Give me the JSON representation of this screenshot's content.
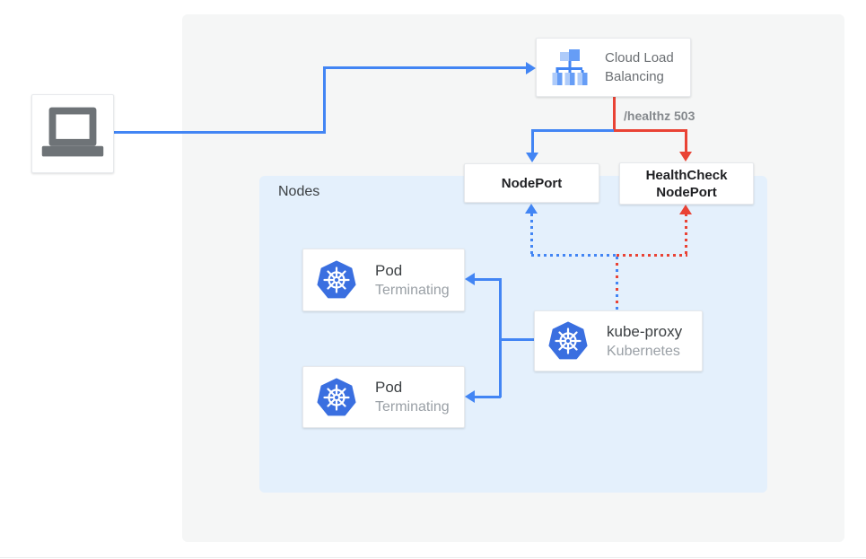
{
  "colors": {
    "blue_line": "#4285f4",
    "red_line": "#e94335",
    "kubernetes_blue": "#3a6fe0",
    "panel_bg": "#f5f6f6",
    "nodes_bg": "#e4f0fc",
    "lb_icon_light": "#aecbfa",
    "lb_icon_medium": "#669df6",
    "lb_icon_stem": "#4285f4",
    "laptop_gray": "#6e7377"
  },
  "icons": {
    "laptop": "laptop-icon",
    "load_balancer": "load-balancer-icon",
    "kubernetes": "kubernetes-helm-icon"
  },
  "diagram": {
    "nodes_label": "Nodes",
    "edge_label": "/healthz 503",
    "cloud_load_balancing": {
      "line1": "Cloud Load",
      "line2": "Balancing"
    },
    "nodeport_label": "NodePort",
    "healthcheck": {
      "line1": "HealthCheck",
      "line2": "NodePort"
    },
    "pod1": {
      "title": "Pod",
      "status": "Terminating"
    },
    "pod2": {
      "title": "Pod",
      "status": "Terminating"
    },
    "kube_proxy": {
      "title": "kube-proxy",
      "subtitle": "Kubernetes"
    }
  }
}
